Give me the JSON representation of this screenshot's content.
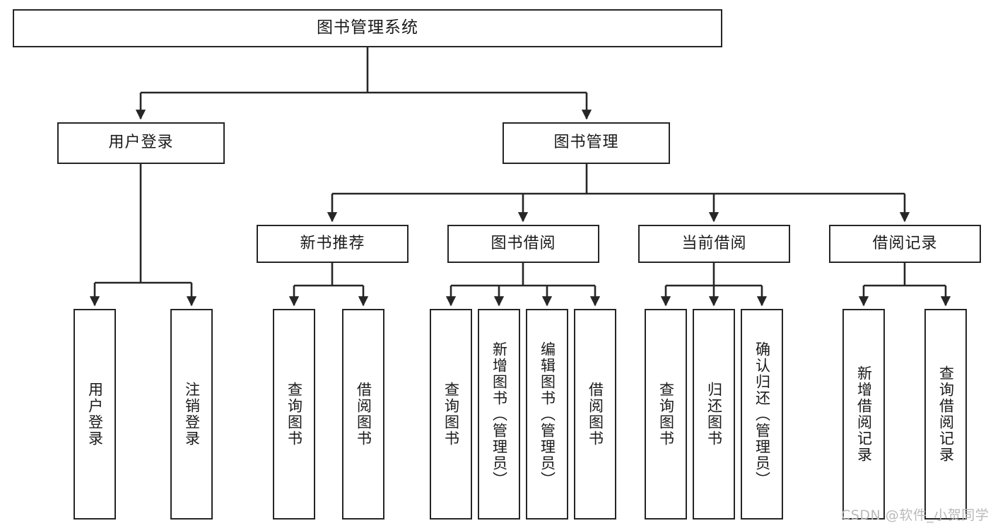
{
  "diagram": {
    "title": "图书管理系统",
    "type": "hierarchy-tree",
    "watermark": "CSDN @软件_小贺同学",
    "colors": {
      "stroke": "#262626",
      "fill": "#ffffff",
      "text": "#1a1a1a",
      "watermark": "#b9b9b9"
    },
    "nodes": {
      "root": {
        "label": "图书管理系统"
      },
      "level2": [
        {
          "label": "用户登录"
        },
        {
          "label": "图书管理"
        }
      ],
      "level3": [
        {
          "label": "新书推荐"
        },
        {
          "label": "图书借阅"
        },
        {
          "label": "当前借阅"
        },
        {
          "label": "借阅记录"
        }
      ],
      "leaves_user_login": [
        {
          "label": "用户登录"
        },
        {
          "label": "注销登录"
        }
      ],
      "leaves_new_book": [
        {
          "label": "查询图书"
        },
        {
          "label": "借阅图书"
        }
      ],
      "leaves_borrow": [
        {
          "label": "查询图书"
        },
        {
          "label": "新增图书（管理员）"
        },
        {
          "label": "编辑图书（管理员）"
        },
        {
          "label": "借阅图书"
        }
      ],
      "leaves_current": [
        {
          "label": "查询图书"
        },
        {
          "label": "归还图书"
        },
        {
          "label": "确认归还（管理员）"
        }
      ],
      "leaves_records": [
        {
          "label": "新增借阅记录"
        },
        {
          "label": "查询借阅记录"
        }
      ]
    }
  }
}
